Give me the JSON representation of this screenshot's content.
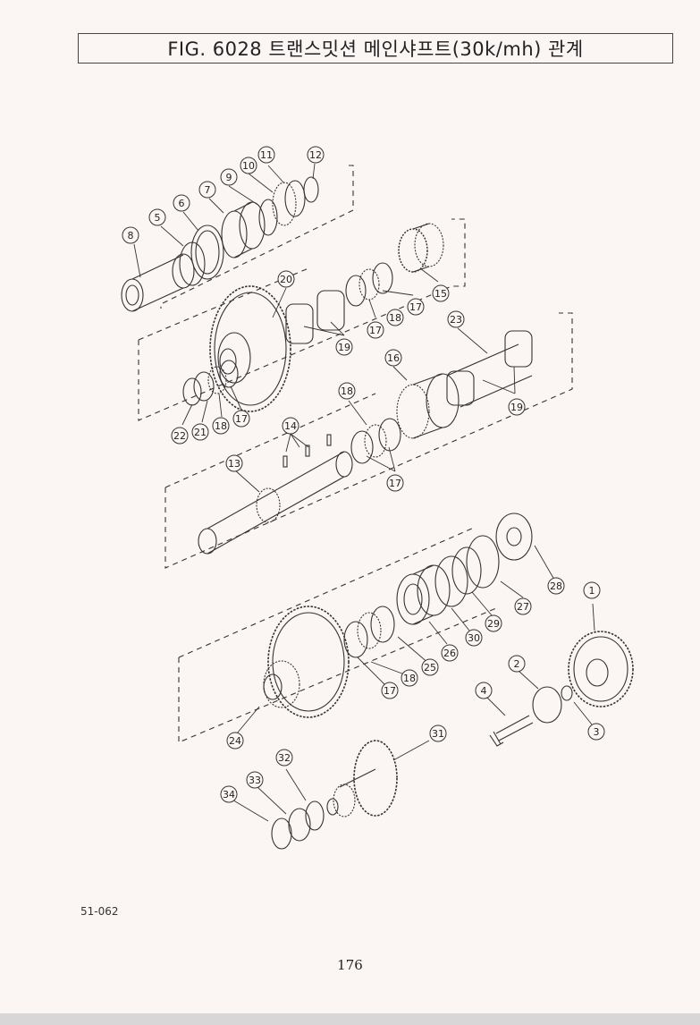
{
  "title": "FIG. 6028 트랜스밋션 메인샤프트(30k/mh) 관계",
  "drawing_code": "51-062",
  "page_number": "176",
  "callouts": [
    "1",
    "2",
    "3",
    "4",
    "5",
    "6",
    "7",
    "8",
    "9",
    "10",
    "11",
    "12",
    "13",
    "14",
    "15",
    "16",
    "17",
    "18",
    "19",
    "20",
    "21",
    "22",
    "23",
    "24",
    "25",
    "26",
    "27",
    "28",
    "29",
    "30",
    "31",
    "32",
    "33",
    "34"
  ],
  "repeat_callouts": [
    "17",
    "17",
    "17",
    "17",
    "17",
    "18",
    "18",
    "18",
    "18",
    "19",
    "19",
    "14"
  ]
}
